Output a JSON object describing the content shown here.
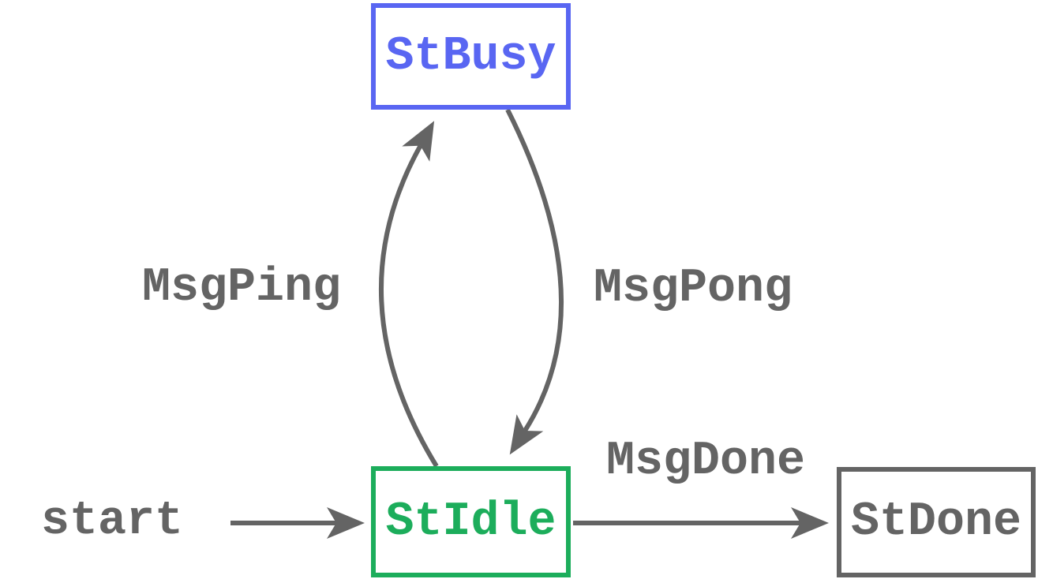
{
  "diagram_type": "state-machine",
  "colors": {
    "busy": "#5966F2",
    "idle": "#1CAD5B",
    "gray": "#646464",
    "background": "#FFFFFF"
  },
  "nodes": {
    "busy": {
      "label": "StBusy"
    },
    "idle": {
      "label": "StIdle"
    },
    "done": {
      "label": "StDone"
    }
  },
  "labels": {
    "start": "start",
    "ping": "MsgPing",
    "pong": "MsgPong",
    "done": "MsgDone"
  },
  "edges": [
    {
      "from": "start",
      "to": "StIdle",
      "label": ""
    },
    {
      "from": "StIdle",
      "to": "StBusy",
      "label": "MsgPing",
      "style": "bend-left"
    },
    {
      "from": "StBusy",
      "to": "StIdle",
      "label": "MsgPong",
      "style": "bend-right"
    },
    {
      "from": "StIdle",
      "to": "StDone",
      "label": "MsgDone",
      "style": "straight"
    }
  ]
}
